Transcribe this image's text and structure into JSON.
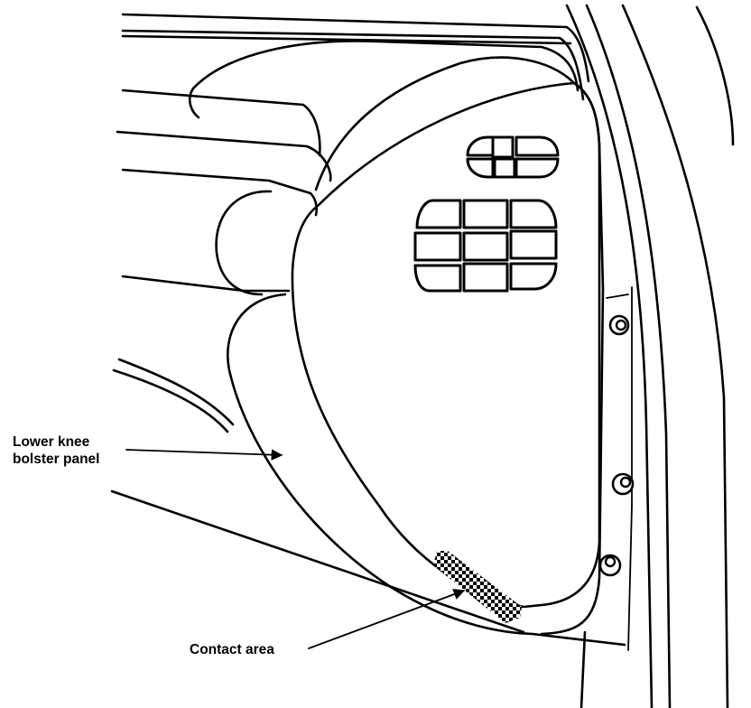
{
  "labels": {
    "knee_bolster_line1": "Lower knee",
    "knee_bolster_line2": "bolster panel",
    "contact_area": "Contact area"
  }
}
